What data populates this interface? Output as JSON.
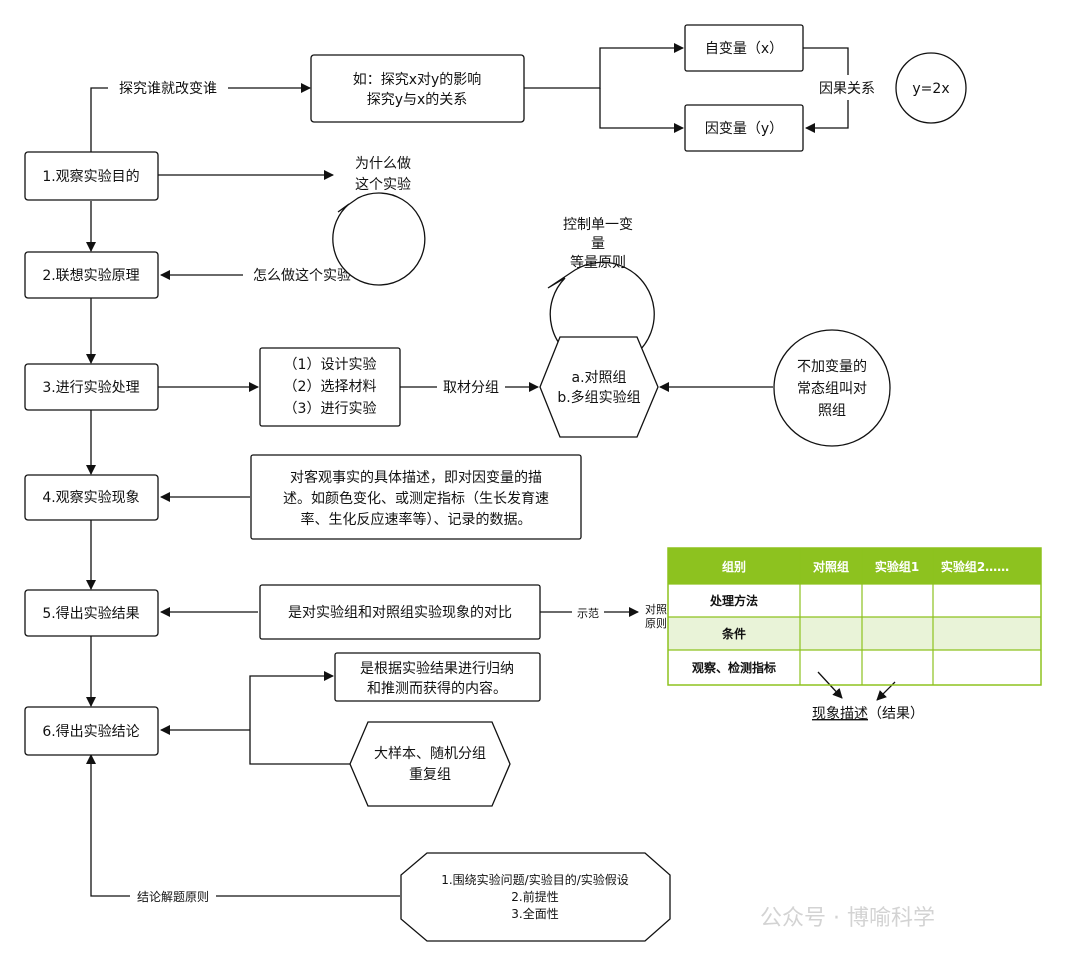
{
  "steps": [
    "1.观察实验目的",
    "2.联想实验原理",
    "3.进行实验处理",
    "4.观察实验现象",
    "5.得出实验结果",
    "6.得出实验结论"
  ],
  "variables": {
    "label_explore": "探究谁就改变谁",
    "example_line1": "如：探究x对y的影响",
    "example_line2": "探究y与x的关系",
    "independent": "自变量（x）",
    "dependent": "因变量（y）",
    "causality": "因果关系",
    "formula": "y=2x"
  },
  "purpose": {
    "bubble_line1": "为什么做",
    "bubble_line2": "这个实验",
    "how_label": "怎么做这个实验"
  },
  "control_principle": {
    "bubble_line1": "控制单一变",
    "bubble_line2": "量",
    "bubble_line3": "等量原则"
  },
  "processing": {
    "step1": "（1）设计实验",
    "step2": "（2）选择材料",
    "step3": "（3）进行实验",
    "group_label": "取材分组",
    "groups_line1": "a.对照组",
    "groups_line2": "b.多组实验组",
    "control_note_line1": "不加变量的",
    "control_note_line2": "常态组叫对",
    "control_note_line3": "照组"
  },
  "phenomenon": {
    "line1": "对客观事实的具体描述，即对因变量的描",
    "line2": "述。如颜色变化、或测定指标（生长发育速",
    "line3": "率、生化反应速率等）、记录的数据。"
  },
  "result": {
    "text": "是对实验组和对照组实验现象的对比",
    "demo_label": "示范",
    "side_line1": "对照",
    "side_line2": "原则"
  },
  "table": {
    "headers": [
      "组别",
      "对照组",
      "实验组1",
      "实验组2……"
    ],
    "rows": [
      "处理方法",
      "条件",
      "观察、检测指标"
    ],
    "caption_underlined": "现象描述",
    "caption_rest": "（结果）"
  },
  "conclusion": {
    "note_line1": "是根据实验结果进行归纳",
    "note_line2": "和推测而获得的内容。",
    "sample_line1": "大样本、随机分组",
    "sample_line2": "重复组",
    "principle_label": "结论解题原则",
    "principle_line1": "1.围绕实验问题/实验目的/实验假设",
    "principle_line2": "2.前提性",
    "principle_line3": "3.全面性"
  },
  "watermark": "公众号 · 博喻科学",
  "colors": {
    "table_header": "#8dc21f",
    "table_band": "#e9f3d8",
    "table_border": "#8dc21f"
  }
}
